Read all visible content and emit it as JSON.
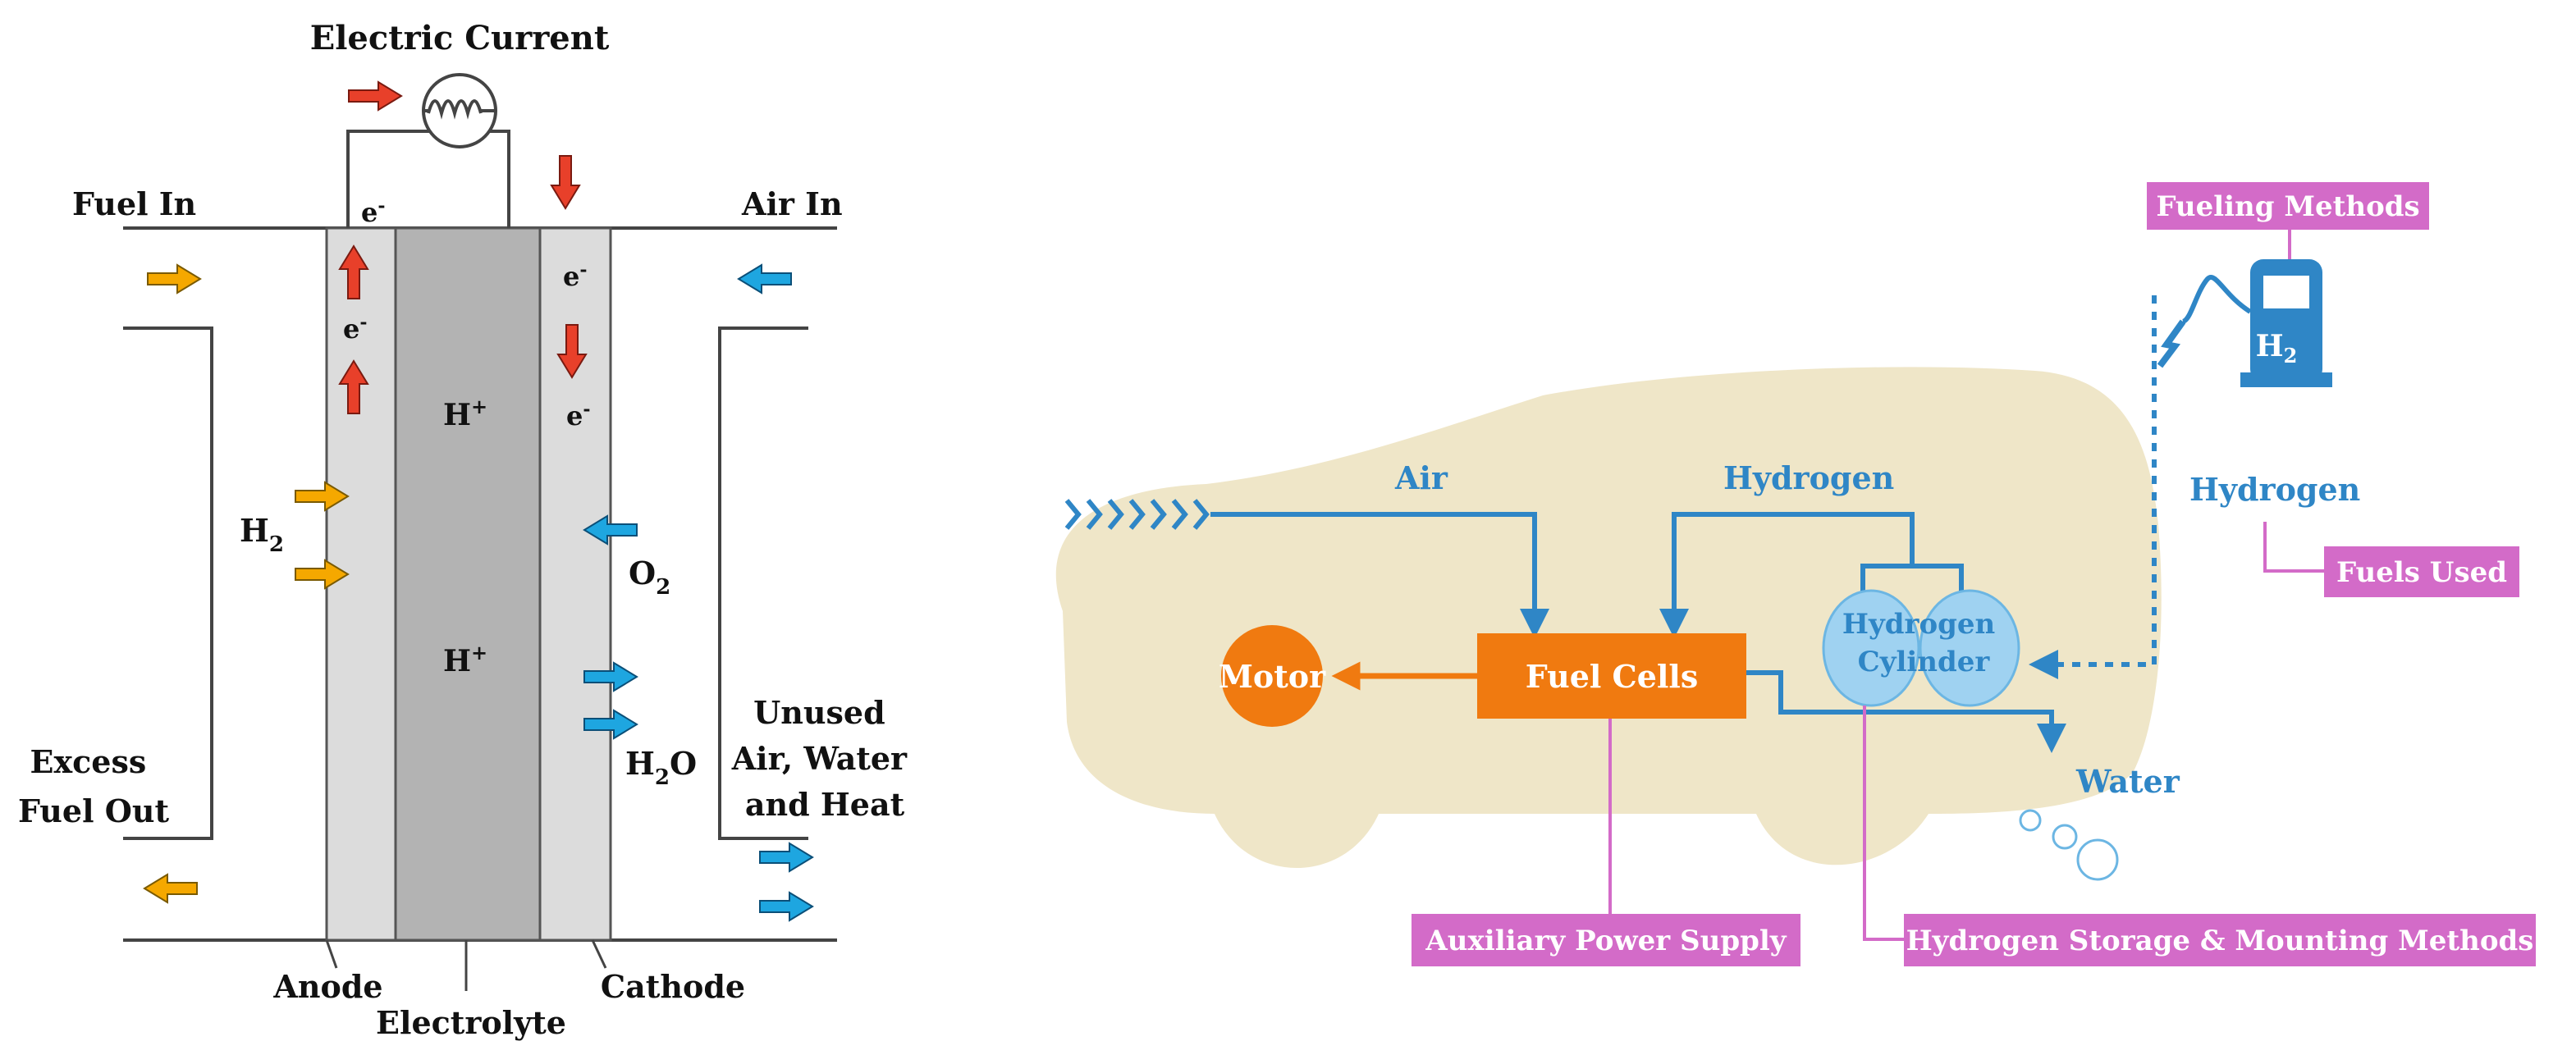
{
  "fuel_cell": {
    "electric_current": "Electric Current",
    "fuel_in": "Fuel In",
    "air_in": "Air In",
    "electron": "e",
    "electron_sup": "-",
    "proton": "H",
    "proton_sup": "+",
    "h2": "H",
    "h2_sub": "2",
    "o2": "O",
    "o2_sub": "2",
    "h2o_a": "H",
    "h2o_sub": "2",
    "h2o_b": "O",
    "excess_fuel_line1": "Excess",
    "excess_fuel_line2": "Fuel Out",
    "unused_line1": "Unused",
    "unused_line2": "Air, Water",
    "unused_line3": "and Heat",
    "anode": "Anode",
    "electrolyte": "Electrolyte",
    "cathode": "Cathode"
  },
  "vehicle": {
    "air": "Air",
    "hydrogen_top": "Hydrogen",
    "hydrogen_cyl_line1": "Hydrogen",
    "hydrogen_cyl_line2": "Cylinder",
    "motor": "Motor",
    "fuel_cells": "Fuel Cells",
    "water": "Water",
    "hydrogen_right": "Hydrogen",
    "pump_label": "H",
    "pump_sub": "2",
    "tags": {
      "fueling_methods": "Fueling Methods",
      "fuels_used": "Fuels Used",
      "auxiliary_power": "Auxiliary Power Supply",
      "storage": "Hydrogen Storage & Mounting Methods"
    }
  },
  "colors": {
    "red_arrow": "#e8402a",
    "yellow_arrow": "#f5a800",
    "blue_arrow": "#1ea6e0",
    "electrolyte": "#b3b3b3",
    "electrode": "#dcdcdc",
    "car_body": "#efe6c8",
    "orange": "#f07a10",
    "line_blue": "#2f86c6",
    "pink": "#d36bc8"
  }
}
